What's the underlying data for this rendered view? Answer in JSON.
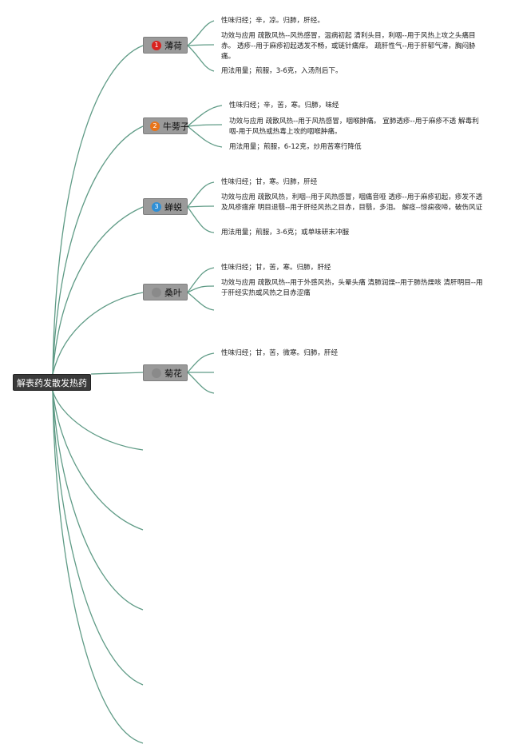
{
  "root": {
    "label": "解表药发散发热药"
  },
  "colors": {
    "line": "#5f9b86",
    "root_bg": "#3a3a3a",
    "topic_bg": "#9a9a9a"
  },
  "topics": [
    {
      "label": "薄荷",
      "icon": "priority-1-icon",
      "badge_text": "1",
      "badge_color": "#d9231f",
      "details": [
        "性味归经；辛，凉。归肺，肝经。",
        "功效与应用 疏散风热--风热感冒，温病初起 清利头目，利咽--用于风热上攻之头痛目赤。 透疹--用于麻疹初起透发不畅，或链针痛痒。 疏肝性气--用于肝郁气滞，胸闷胁痛。",
        "用法用量；煎服，3-6克，入汤剂后下。"
      ]
    },
    {
      "label": "牛蒡子",
      "icon": "priority-2-icon",
      "badge_text": "2",
      "badge_color": "#e8741a",
      "details": [
        "性味归经；辛，苦，寒。归肺，味经",
        "功效与应用 疏散风热--用于风热感冒，咽喉肿痛。 宣肺透疹--用于麻疹不透 解毒利咽-用于风热或热毒上攻的咽喉肿痛。",
        "用法用量；煎服，6-12克，炒用苦寒行降低"
      ]
    },
    {
      "label": "蝉蜕",
      "icon": "priority-3-icon",
      "badge_text": "3",
      "badge_color": "#2f8fd6",
      "details": [
        "性味归经；甘，寒。归肺，肝经",
        "功效与应用 疏散风热，利咽--用于风热感冒，咽痛音哑 透疹--用于麻疹初起，疹发不透及风疹瘙痒 明目退翳--用于肝经风热之目赤，目翳，多泪。 解痉--惊痫夜啼，破伤风证",
        "用法用量；煎服，3-6克；或单味研末冲服"
      ]
    },
    {
      "label": "桑叶",
      "icon": "priority-4-icon",
      "badge_text": "",
      "badge_color": "#8a8a8a",
      "details": [
        "性味归经；甘，苦，寒。归肺，肝经",
        "功效与应用 疏散风热--用于外感风热，头晕头痛 清肺润燥--用于肺热燥咳 清肝明目--用于肝经实热或风热之目赤涩痛"
      ]
    },
    {
      "label": "菊花",
      "icon": "priority-5-icon",
      "badge_text": "",
      "badge_color": "#8a8a8a",
      "details": [
        "性味归经；甘，苦，微寒。归肺，肝经"
      ]
    }
  ]
}
